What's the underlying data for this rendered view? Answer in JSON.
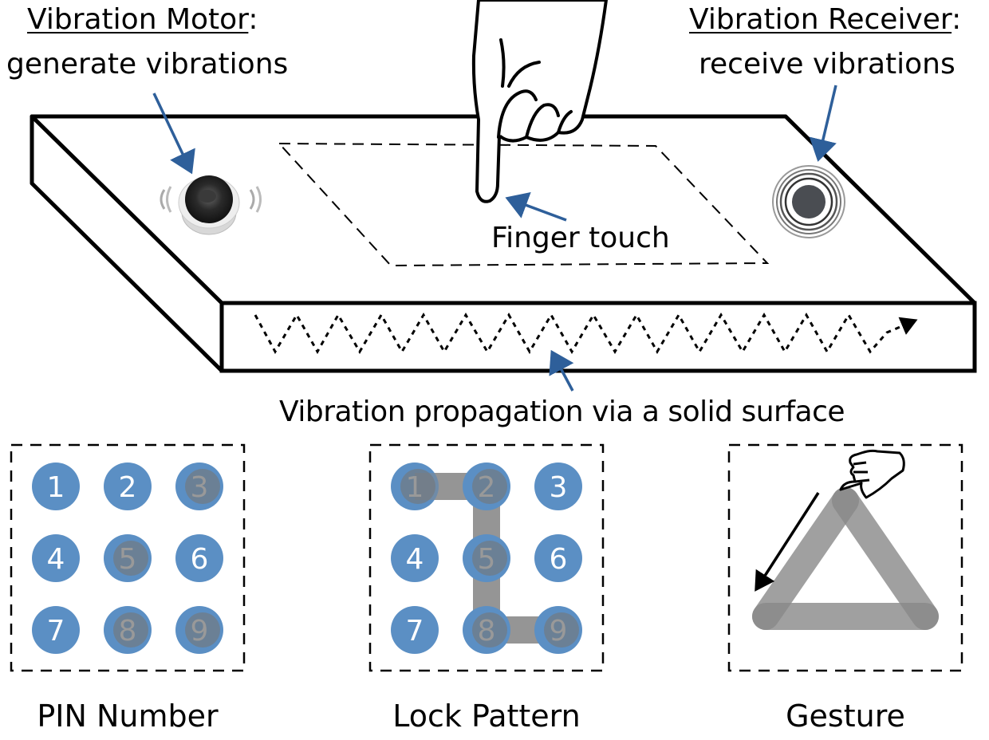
{
  "labels": {
    "motor_title": "Vibration Motor",
    "motor_colon": ":",
    "motor_desc": "generate vibrations",
    "receiver_title": "Vibration Receiver",
    "receiver_colon": ":",
    "receiver_desc": "receive vibrations",
    "finger": "Finger touch",
    "propagation": "Vibration propagation via a solid surface"
  },
  "colors": {
    "arrow_blue": "#2e5f9a",
    "keypad_blue": "#5b8fc4",
    "path_gray": "#888888"
  },
  "panels": [
    {
      "title": "PIN Number",
      "keys": [
        "1",
        "2",
        "3",
        "4",
        "5",
        "6",
        "7",
        "8",
        "9"
      ],
      "selected": [
        "3",
        "5",
        "8",
        "9"
      ]
    },
    {
      "title": "Lock Pattern",
      "keys": [
        "1",
        "2",
        "3",
        "4",
        "5",
        "6",
        "7",
        "8",
        "9"
      ],
      "pattern": [
        "1",
        "2",
        "5",
        "8",
        "9"
      ]
    },
    {
      "title": "Gesture",
      "shape": "triangle"
    }
  ]
}
